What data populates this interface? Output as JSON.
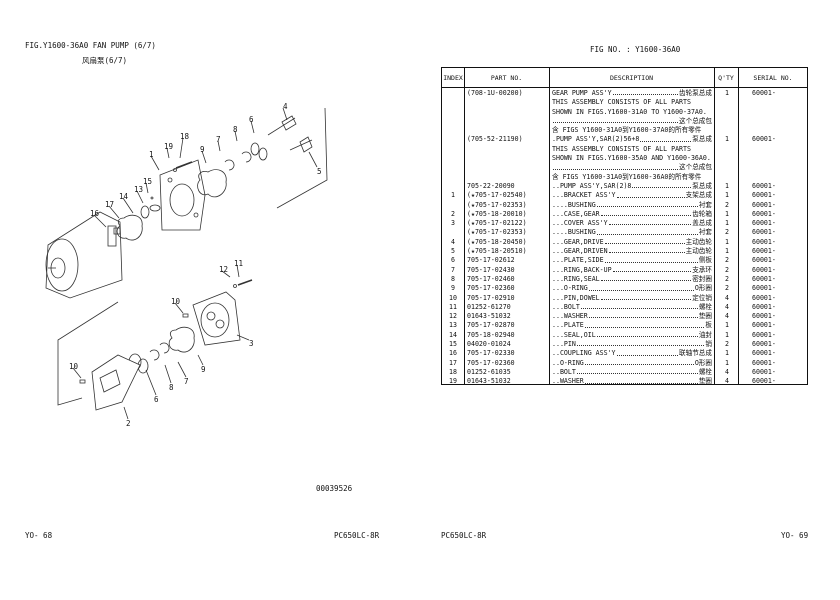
{
  "left_page": {
    "fig_title": "FIG.Y1600-36A0 FAN PUMP (6/7)",
    "fig_title_cn": "风扇泵(6/7)",
    "drawing_no": "00039526",
    "page_no": "YO- 68",
    "model": "PC650LC-8R",
    "callouts": [
      "4",
      "6",
      "8",
      "7",
      "9",
      "18",
      "19",
      "1",
      "15",
      "13",
      "14",
      "17",
      "16",
      "5",
      "11",
      "12",
      "10",
      "3",
      "9",
      "7",
      "8",
      "6",
      "10",
      "2"
    ]
  },
  "right_page": {
    "fig_no": "FIG NO. : Y1600-36A0",
    "page_no": "YO- 69",
    "model": "PC650LC-8R",
    "headers": {
      "index": "INDEX",
      "part": "PART  NO.",
      "desc": "DESCRIPTION",
      "qty": "Q'TY",
      "serial": "SERIAL NO."
    },
    "rows": [
      {
        "index": "",
        "part": "(708-1U-00200)",
        "qty": "1",
        "serial": "60001-",
        "desc": [
          {
            "t": "GEAR PUMP ASS'Y",
            "cn": "齿轮泵总成"
          },
          {
            "t": "THIS ASSEMBLY CONSISTS OF ALL PARTS"
          },
          {
            "t": "SHOWN IN FIGS.Y1600-31A0 TO Y1600-37A0."
          },
          {
            "t": "",
            "cn": "这个总成包"
          },
          {
            "t": "含 FIGS Y1600-31A0到Y1600-37A0的所有零件"
          }
        ]
      },
      {
        "index": "",
        "part": "(705-52-21190)",
        "qty": "1",
        "serial": "60001-",
        "desc": [
          {
            "t": ".PUMP ASS'Y,SAR(2)56+8",
            "cn": "泵总成"
          },
          {
            "t": "THIS ASSEMBLY CONSISTS OF ALL PARTS"
          },
          {
            "t": "SHOWN IN FIGS.Y1600-35A0 AND Y1600-36A0."
          },
          {
            "t": "",
            "cn": "这个总成包"
          },
          {
            "t": "含 FIGS Y1600-31A0到Y1600-36A0的所有零件"
          }
        ]
      },
      {
        "index": "",
        "part": "705-22-20090",
        "qty": "1",
        "serial": "60001-",
        "desc": [
          {
            "t": "..PUMP ASS'Y,SAR(2)8",
            "cn": "泵总成"
          }
        ]
      },
      {
        "index": "1",
        "part": "(★705-17-02540)",
        "qty": "1",
        "serial": "60001-",
        "desc": [
          {
            "t": "...BRACKET ASS'Y",
            "cn": "支架总成"
          }
        ]
      },
      {
        "index": "",
        "part": "(★705-17-02353)",
        "qty": "2",
        "serial": "60001-",
        "desc": [
          {
            "t": "....BUSHING",
            "cn": "衬套"
          }
        ]
      },
      {
        "index": "2",
        "part": "(★705-18-20010)",
        "qty": "1",
        "serial": "60001-",
        "desc": [
          {
            "t": "...CASE,GEAR",
            "cn": "齿轮箱"
          }
        ]
      },
      {
        "index": "3",
        "part": "(★705-17-02122)",
        "qty": "1",
        "serial": "60001-",
        "desc": [
          {
            "t": "...COVER ASS'Y",
            "cn": "盖总成"
          }
        ]
      },
      {
        "index": "",
        "part": "(★705-17-02353)",
        "qty": "2",
        "serial": "60001-",
        "desc": [
          {
            "t": "....BUSHING",
            "cn": "衬套"
          }
        ]
      },
      {
        "index": "4",
        "part": "(★705-18-20450)",
        "qty": "1",
        "serial": "60001-",
        "desc": [
          {
            "t": "...GEAR,DRIVE",
            "cn": "主动齿轮"
          }
        ]
      },
      {
        "index": "5",
        "part": "(★705-18-20510)",
        "qty": "1",
        "serial": "60001-",
        "desc": [
          {
            "t": "...GEAR,DRIVEN",
            "cn": "主动齿轮"
          }
        ]
      },
      {
        "index": "6",
        "part": "705-17-02612",
        "qty": "2",
        "serial": "60001-",
        "desc": [
          {
            "t": "...PLATE,SIDE",
            "cn": "侧板"
          }
        ]
      },
      {
        "index": "7",
        "part": "705-17-02430",
        "qty": "2",
        "serial": "60001-",
        "desc": [
          {
            "t": "...RING,BACK-UP",
            "cn": "支承环"
          }
        ]
      },
      {
        "index": "8",
        "part": "705-17-02460",
        "qty": "2",
        "serial": "60001-",
        "desc": [
          {
            "t": "...RING,SEAL",
            "cn": "密封圈"
          }
        ]
      },
      {
        "index": "9",
        "part": "705-17-02360",
        "qty": "2",
        "serial": "60001-",
        "desc": [
          {
            "t": "...O-RING",
            "cn": "O形圈"
          }
        ]
      },
      {
        "index": "10",
        "part": "705-17-02910",
        "qty": "4",
        "serial": "60001-",
        "desc": [
          {
            "t": "...PIN,DOWEL",
            "cn": "定位销"
          }
        ]
      },
      {
        "index": "11",
        "part": "01252-61270",
        "qty": "4",
        "serial": "60001-",
        "desc": [
          {
            "t": "...BOLT",
            "cn": "螺栓"
          }
        ]
      },
      {
        "index": "12",
        "part": "01643-51032",
        "qty": "4",
        "serial": "60001-",
        "desc": [
          {
            "t": "...WASHER",
            "cn": "垫圈"
          }
        ]
      },
      {
        "index": "13",
        "part": "705-17-02870",
        "qty": "1",
        "serial": "60001-",
        "desc": [
          {
            "t": "...PLATE",
            "cn": "板"
          }
        ]
      },
      {
        "index": "14",
        "part": "705-18-02940",
        "qty": "1",
        "serial": "60001-",
        "desc": [
          {
            "t": "...SEAL,OIL",
            "cn": "油封"
          }
        ]
      },
      {
        "index": "15",
        "part": "04020-01024",
        "qty": "2",
        "serial": "60001-",
        "desc": [
          {
            "t": "...PIN",
            "cn": "销"
          }
        ]
      },
      {
        "index": "16",
        "part": "705-17-02330",
        "qty": "1",
        "serial": "60001-",
        "desc": [
          {
            "t": "..COUPLING ASS'Y",
            "cn": "联轴节总成"
          }
        ]
      },
      {
        "index": "17",
        "part": "705-17-02360",
        "qty": "1",
        "serial": "60001-",
        "desc": [
          {
            "t": "..O-RING",
            "cn": "O形圈"
          }
        ]
      },
      {
        "index": "18",
        "part": "01252-61035",
        "qty": "4",
        "serial": "60001-",
        "desc": [
          {
            "t": "..BOLT",
            "cn": "螺栓"
          }
        ]
      },
      {
        "index": "19",
        "part": "01643-51032",
        "qty": "4",
        "serial": "60001-",
        "desc": [
          {
            "t": "..WASHER",
            "cn": "垫圈"
          }
        ]
      }
    ]
  }
}
